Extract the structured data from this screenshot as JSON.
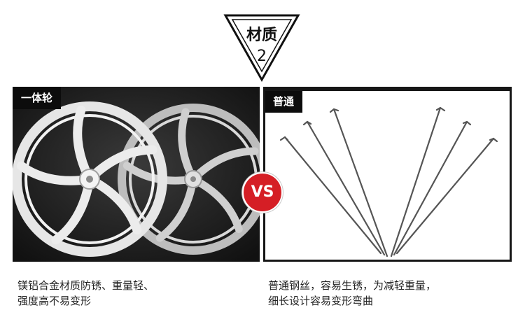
{
  "badge": {
    "title": "材质",
    "number": "2"
  },
  "left_panel": {
    "tag": "一体轮",
    "caption_lines": [
      "镁铝合金材质防锈、重量轻、",
      "强度高不易变形"
    ]
  },
  "right_panel": {
    "tag": "普通",
    "caption_lines": [
      "普通钢丝，容易生锈，为减轻重量，",
      "细长设计容易变形弯曲"
    ]
  },
  "vs_label": "VS",
  "colors": {
    "vs_red": "#d51e25",
    "panel_dark": "#1d1d1d",
    "wheel": "#e6e6e6"
  }
}
